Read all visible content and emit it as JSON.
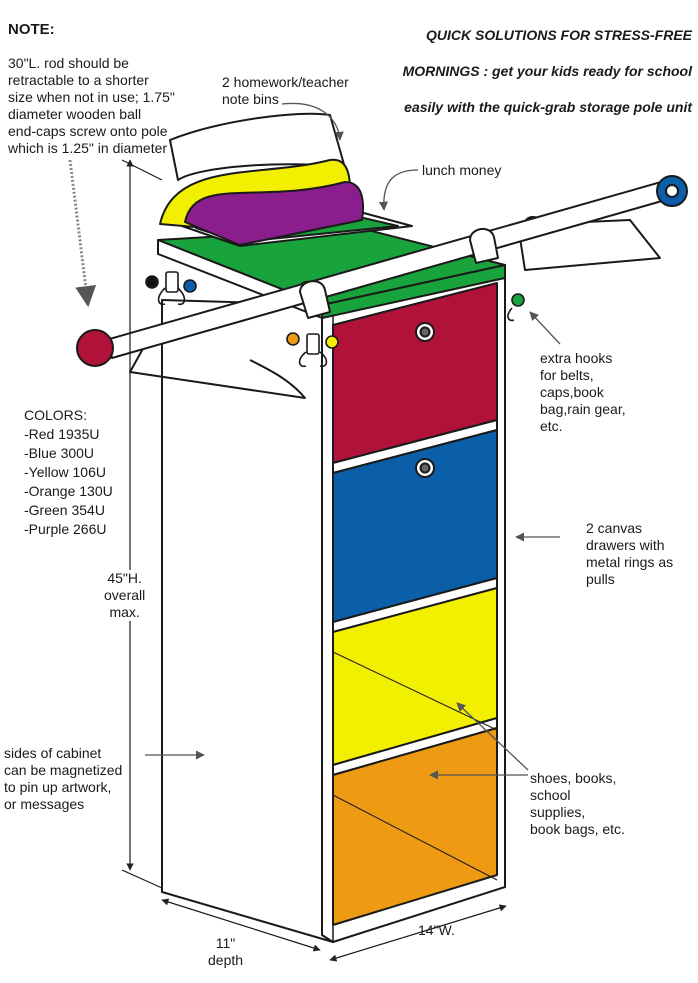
{
  "note": {
    "title": "NOTE:",
    "body": "30\"L. rod should be\nretractable to a shorter\nsize when not in use; 1.75\"\ndiameter wooden ball\nend-caps screw onto pole\nwhich is 1.25\" in diameter"
  },
  "headline": {
    "line1": "QUICK SOLUTIONS FOR STRESS-FREE",
    "line2": "MORNINGS :  get your kids ready for school",
    "line3": "easily with the quick-grab storage pole unit"
  },
  "labels": {
    "homework_bins": "2 homework/teacher\nnote bins",
    "lunch_money": "lunch money",
    "extra_hooks": "extra hooks\nfor belts,\ncaps,book\nbag,rain gear,\netc.",
    "canvas_drawers": "2 canvas\ndrawers with\nmetal rings as\npulls",
    "height": "45\"H.\noverall\nmax.",
    "sides_magnetized": "sides of cabinet\ncan be magnetized\nto pin up artwork,\nor messages",
    "shoes_books": "shoes, books,\nschool\nsupplies,\nbook bags, etc.",
    "depth": "11\"\ndepth",
    "width": "14\"W."
  },
  "colors": {
    "title": "COLORS:",
    "items": [
      "-Red 1935U",
      "-Blue 300U",
      "-Yellow 106U",
      "-Orange 130U",
      "-Green 354U",
      "-Purple 266U"
    ]
  },
  "palette": {
    "red": "#b0123a",
    "blue": "#0b5fa8",
    "yellow": "#f3ef00",
    "orange": "#ee9a12",
    "green": "#19a33c",
    "purple": "#8a1e8c",
    "outline": "#1a1a1a",
    "rod": "#ffffff"
  }
}
